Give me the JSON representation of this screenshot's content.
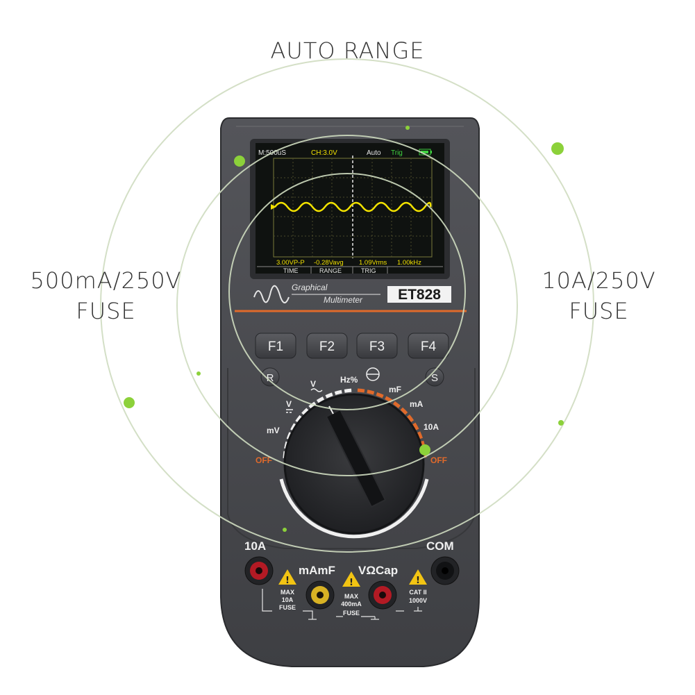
{
  "callouts": {
    "top": "AUTO RANGE",
    "left_line1": "500mA/250V",
    "left_line2": "FUSE",
    "right_line1": "10A/250V",
    "right_line2": "FUSE"
  },
  "device": {
    "logo_line1": "Graphical",
    "logo_line2": "Multimeter",
    "model": "ET828",
    "screen": {
      "timebase": "M:500uS",
      "channel": "CH:3.0V",
      "mode": "Auto",
      "trigger": "Trig",
      "vpp": "3.00VP-P",
      "vavg": "-0.28Vavg",
      "vrms": "1.09Vrms",
      "freq": "1.00kHz",
      "soft_keys": [
        "TIME",
        "RANGE",
        "TRIG"
      ]
    },
    "buttons": [
      "F1",
      "F2",
      "F3",
      "F4"
    ],
    "side_buttons": {
      "left": "R",
      "right": "S"
    },
    "dial": {
      "hz": "Hz%",
      "v_ac": "V",
      "v_dc": "V",
      "mv": "mV",
      "off_left": "OFF",
      "mf": "mF",
      "ma": "mA",
      "a10": "10A",
      "off_right": "OFF"
    },
    "jacks": {
      "a10": "10A",
      "mamf": "mAmF",
      "vocap": "VΩCap",
      "com": "COM",
      "note1": [
        "MAX",
        "10A",
        "FUSE"
      ],
      "note2": [
        "MAX",
        "400mA",
        "FUSE"
      ],
      "note3": [
        "CAT II",
        "1000V"
      ]
    }
  },
  "colors": {
    "body": "#46474b",
    "screen_bg": "#0f1210",
    "grid": "#5a5a2a",
    "wave": "#f2e200",
    "orange": "#e06a2b",
    "ring": "#c9d6b8",
    "ring_dot": "#8cd13a",
    "jack_red": "#b31a24",
    "jack_yellow": "#d8b224"
  }
}
